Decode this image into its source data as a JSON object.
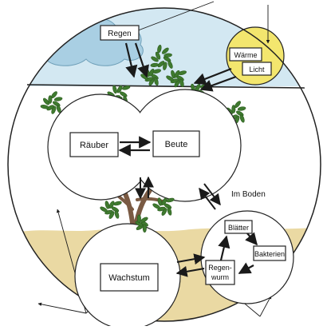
{
  "diagram": {
    "labels": {
      "regen": "Regen",
      "waerme": "Wärme",
      "licht": "Licht",
      "raeuber": "Räuber",
      "beute": "Beute",
      "im_boden": "Im Boden",
      "blaetter": "Blätter",
      "bakterien": "Bakterien",
      "regenwurm_line1": "Regen-",
      "regenwurm_line2": "wurm",
      "wachstum": "Wachstum"
    },
    "colors": {
      "sky": "#d3e8f2",
      "cloud": "#a9cfe3",
      "sun": "#f3e66e",
      "ground": "#ead9a3",
      "leaf": "#3f7a2f",
      "trunk": "#7a5a43",
      "ink": "#1a1a1a"
    }
  }
}
